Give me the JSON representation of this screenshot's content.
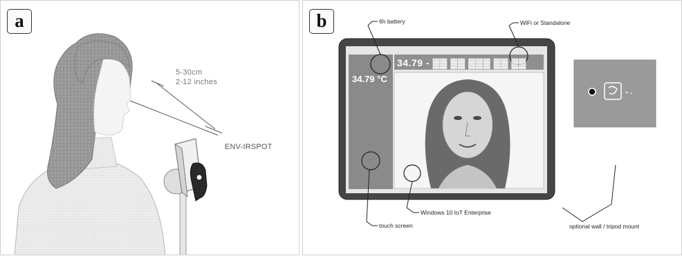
{
  "panel_a": {
    "tag": "a",
    "distance_cm": "5-30cm",
    "distance_in": "2-12 inches",
    "device_name": "ENV-IRSPOT"
  },
  "panel_b": {
    "tag": "b",
    "temperature_side": "34.79 °C",
    "temperature_header": "34.79 - ▓▓ ▓▓ ▓▓▓ ▓▓ ▓▓",
    "callouts": {
      "battery": "6h battery",
      "wifi": "WiFi or Standalone",
      "touch": "touch screen",
      "os": "Windows 10 IoT Enterprise",
      "mount": "optional wall / tripod mount"
    }
  },
  "colors": {
    "tablet_frame": "#454545",
    "side_panel": "#8a8a8a",
    "header_bar": "#8f8f8f",
    "outline": "#333333"
  }
}
